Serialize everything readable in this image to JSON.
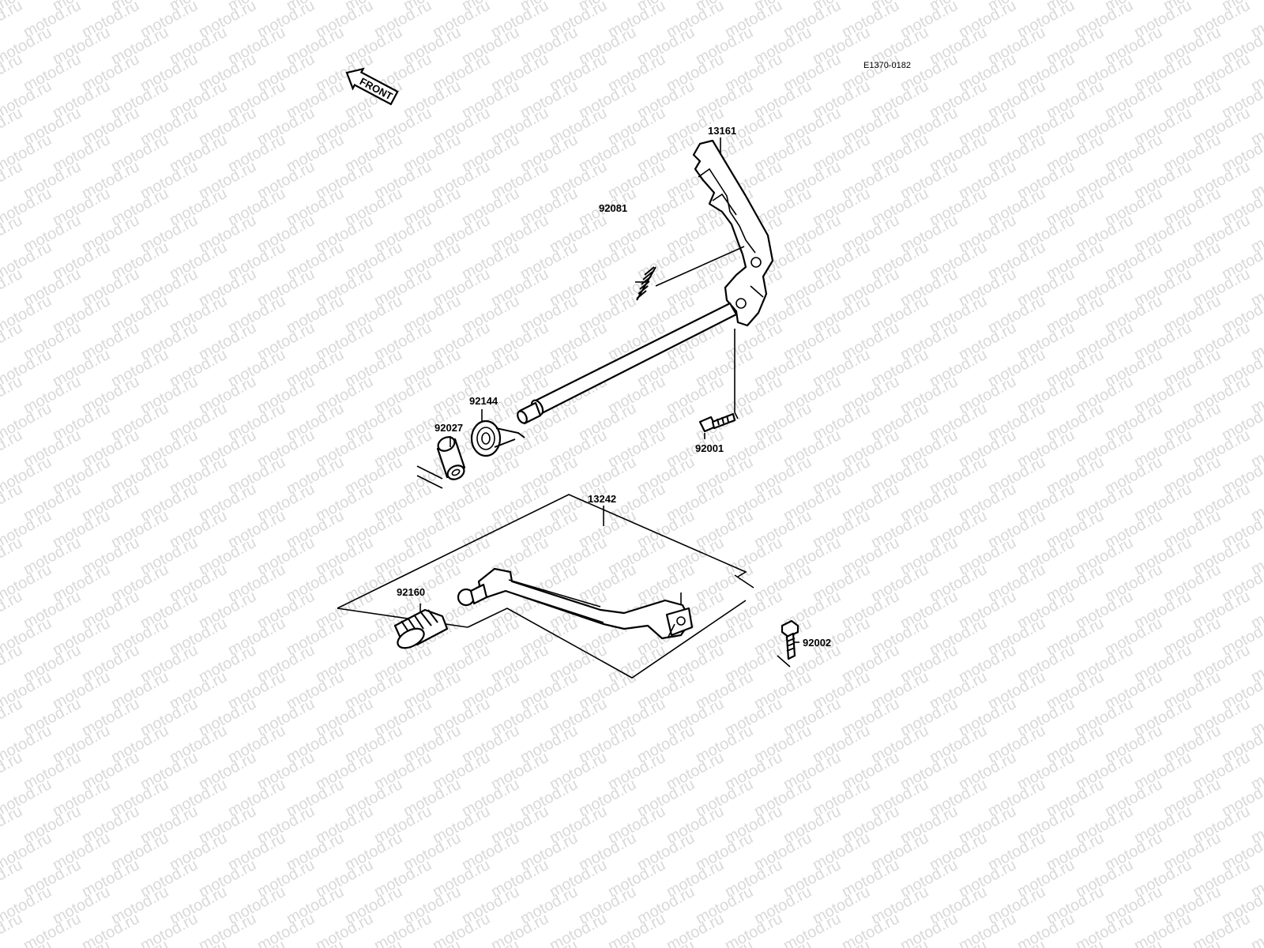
{
  "diagram": {
    "doc_code": "E1370-0182",
    "front_label": "FRONT",
    "watermark": "motod.ru",
    "parts": [
      {
        "id": "13161"
      },
      {
        "id": "92081"
      },
      {
        "id": "92144"
      },
      {
        "id": "92027"
      },
      {
        "id": "92001"
      },
      {
        "id": "13242"
      },
      {
        "id": "92160"
      },
      {
        "id": "92002"
      }
    ]
  }
}
